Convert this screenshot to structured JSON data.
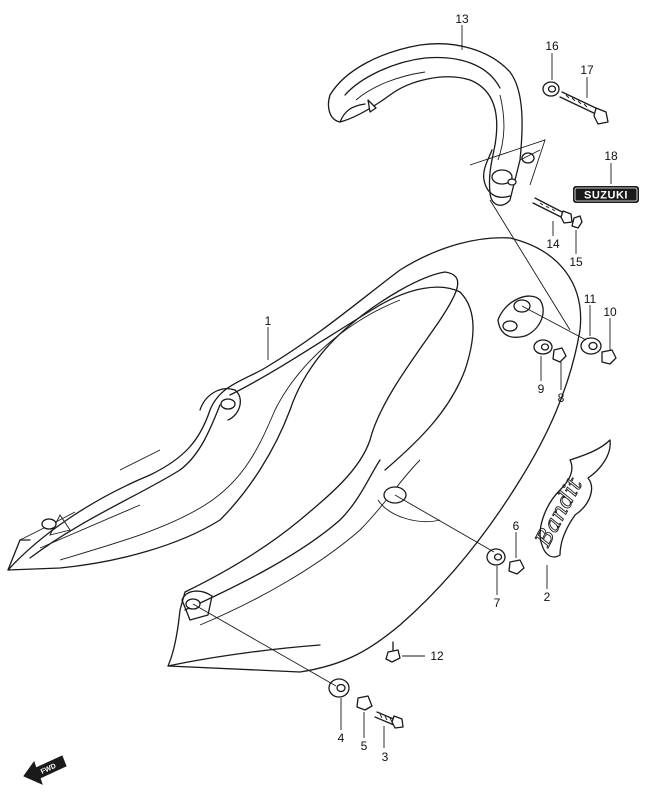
{
  "diagram": {
    "callouts": [
      {
        "id": "1",
        "label": "1"
      },
      {
        "id": "2",
        "label": "2"
      },
      {
        "id": "3",
        "label": "3"
      },
      {
        "id": "4",
        "label": "4"
      },
      {
        "id": "5",
        "label": "5"
      },
      {
        "id": "6",
        "label": "6"
      },
      {
        "id": "7",
        "label": "7"
      },
      {
        "id": "8",
        "label": "8"
      },
      {
        "id": "9",
        "label": "9"
      },
      {
        "id": "10",
        "label": "10"
      },
      {
        "id": "11",
        "label": "11"
      },
      {
        "id": "12",
        "label": "12"
      },
      {
        "id": "13",
        "label": "13"
      },
      {
        "id": "14",
        "label": "14"
      },
      {
        "id": "15",
        "label": "15"
      },
      {
        "id": "16",
        "label": "16"
      },
      {
        "id": "17",
        "label": "17"
      },
      {
        "id": "18",
        "label": "18"
      }
    ],
    "emblem_text": "SUZUKI",
    "script_emblem_text": "Bandit",
    "fwd_label": "FWD",
    "colors": {
      "line": "#1a1a1a",
      "background": "#ffffff",
      "badge": "#1a1a1a"
    }
  }
}
